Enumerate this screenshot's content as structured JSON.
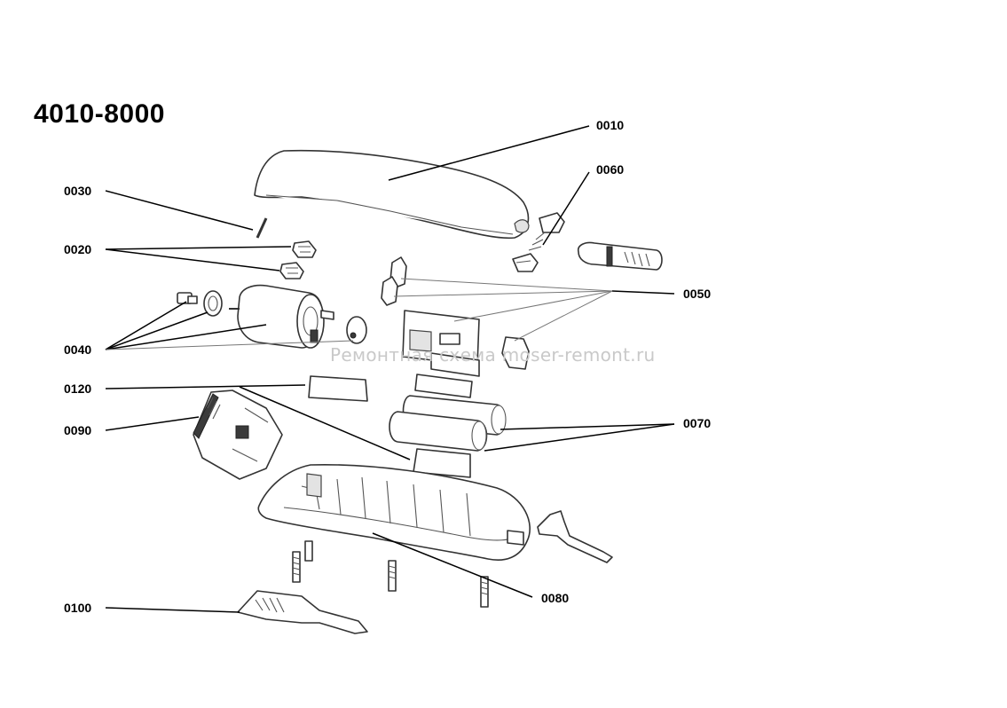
{
  "diagram": {
    "title": "4010-8000",
    "watermark": "Ремонтная схема moser-remont.ru",
    "labels": {
      "l0010": "0010",
      "l0020": "0020",
      "l0030": "0030",
      "l0040": "0040",
      "l0050": "0050",
      "l0060": "0060",
      "l0070": "0070",
      "l0080": "0080",
      "l0090": "0090",
      "l0100": "0100",
      "l0120": "0120"
    }
  }
}
